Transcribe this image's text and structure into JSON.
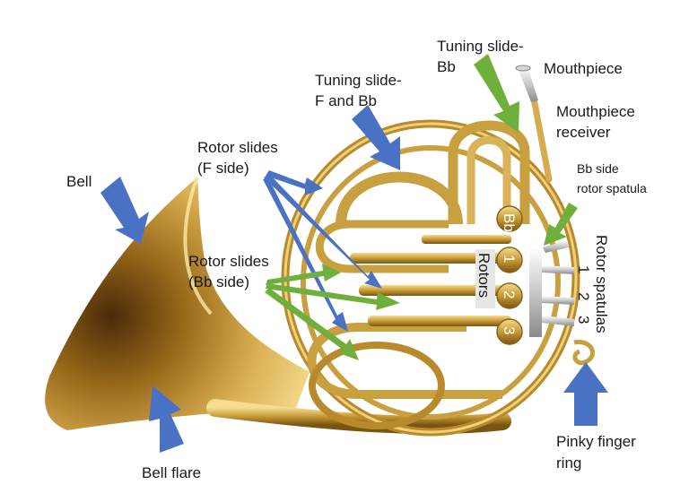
{
  "labels": {
    "tuning_slide_bb": [
      "Tuning slide-",
      "Bb"
    ],
    "mouthpiece": "Mouthpiece",
    "tuning_slide_f_bb": [
      "Tuning slide-",
      "F and Bb"
    ],
    "mouthpiece_receiver": [
      "Mouthpiece",
      "receiver"
    ],
    "rotor_slides_f": [
      "Rotor slides",
      "(F side)"
    ],
    "bb_side_rotor_spatula": [
      "Bb side",
      "rotor spatula"
    ],
    "bell": "Bell",
    "rotor_slides_bb": [
      "Rotor slides",
      "(Bb side)"
    ],
    "rotors": "Rotors",
    "rotor_spatulas": "Rotor spatulas",
    "pinky_finger_ring": [
      "Pinky finger",
      "ring"
    ],
    "bell_flare": "Bell flare"
  },
  "rotor_markings": [
    "Bb",
    "1",
    "2",
    "3"
  ],
  "spatula_markings": [
    "1",
    "2",
    "3"
  ],
  "colors": {
    "blue_arrow": "#4a72c4",
    "green_arrow": "#6fb03c",
    "brass": "#c9a040"
  }
}
